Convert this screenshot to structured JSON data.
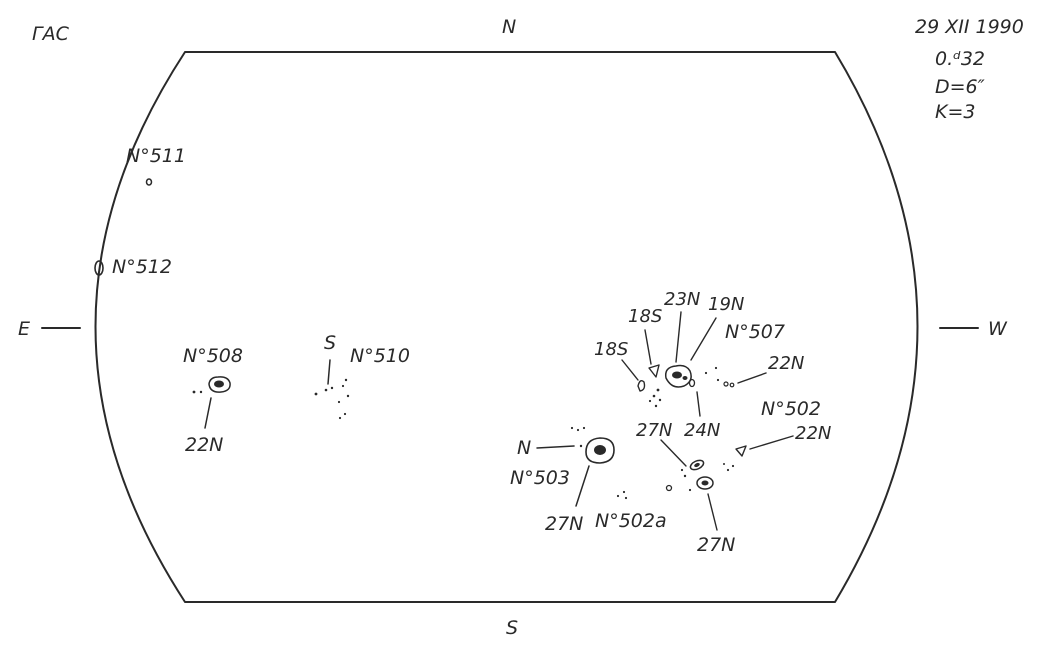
{
  "header": {
    "observatory": "ГАС",
    "date": "29 XII 1990",
    "time": "0.ᵈ32",
    "diameter": "D=6″",
    "k_value": "K=3"
  },
  "compass": {
    "north": "N",
    "south": "S",
    "east": "E",
    "west": "W"
  },
  "groups": {
    "g511": {
      "number": "N°511"
    },
    "g512": {
      "number": "N°512"
    },
    "g508": {
      "number": "N°508",
      "latitude": "22N"
    },
    "g510": {
      "number": "N°510",
      "polarity": "S"
    },
    "g507": {
      "number": "N°507",
      "latitudes": [
        "18S",
        "18S",
        "23N",
        "19N",
        "22N",
        "24N"
      ]
    },
    "g502": {
      "number": "N°502",
      "latitudes": [
        "22N",
        "27N",
        "27N"
      ]
    },
    "g503": {
      "number": "N°503",
      "polarity": "N",
      "latitude": "27N"
    },
    "g502a": {
      "number": "N°502a"
    }
  }
}
